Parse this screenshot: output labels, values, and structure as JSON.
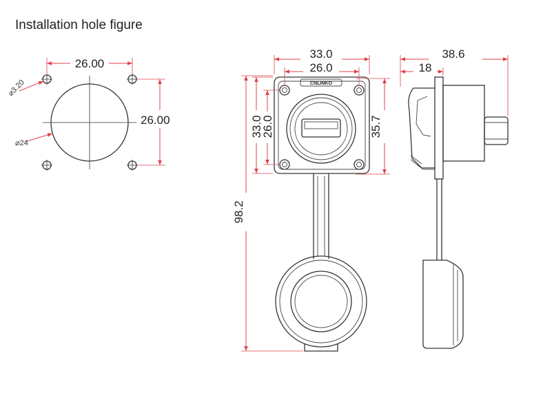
{
  "title": "Installation hole figure",
  "hole_figure": {
    "hole_spacing_h": "26.00",
    "hole_spacing_v": "26.00",
    "small_hole_dia": "⌀3.20",
    "big_hole_dia": "⌀24"
  },
  "front_view": {
    "flange_width": "33.0",
    "hole_pitch_width": "26.0",
    "flange_height": "33.0",
    "hole_pitch_height": "26.0",
    "body_height": "35.7",
    "total_length": "98.2",
    "brand": "CNLINKO"
  },
  "side_view": {
    "total_depth": "38.6",
    "front_depth": "18"
  },
  "colors": {
    "dimension": "#e0414a",
    "outline": "#333333"
  }
}
